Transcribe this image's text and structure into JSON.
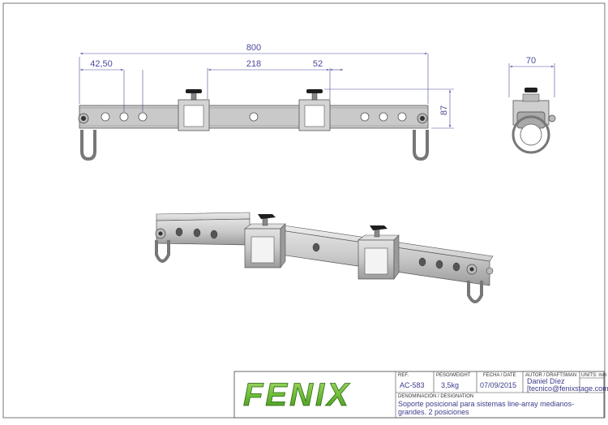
{
  "drawing": {
    "dimensions": {
      "overall_width": "800",
      "end_to_first_hole": "42,50",
      "clamp_spacing": "218",
      "clamp_width": "52",
      "height": "87",
      "side_width": "70"
    }
  },
  "title_block": {
    "logo_text": "FENIX",
    "ref_label": "REF.",
    "ref_value": "AC-583",
    "weight_label": "PESO/WEIGHT",
    "weight_value": "3,5kg",
    "date_label": "FECHA / DATE",
    "date_value": "07/09/2015",
    "author_label": "AUTOR / DRAFTSMAN",
    "author_name": "Daniel Díez",
    "author_email": "[tecnico@fenixstage.com]",
    "units_label": "UNITS: mm",
    "designation_label": "DENOMINACIÓN / DESIGNATION",
    "designation_line1": "Soporte posicional para sistemas line-array medianos-",
    "designation_line2": "grandes. 2 posiciones"
  },
  "colors": {
    "dimension": "#4a4a9a",
    "steel": "#c4c4c4",
    "logo_green": "#6fbf3a"
  }
}
